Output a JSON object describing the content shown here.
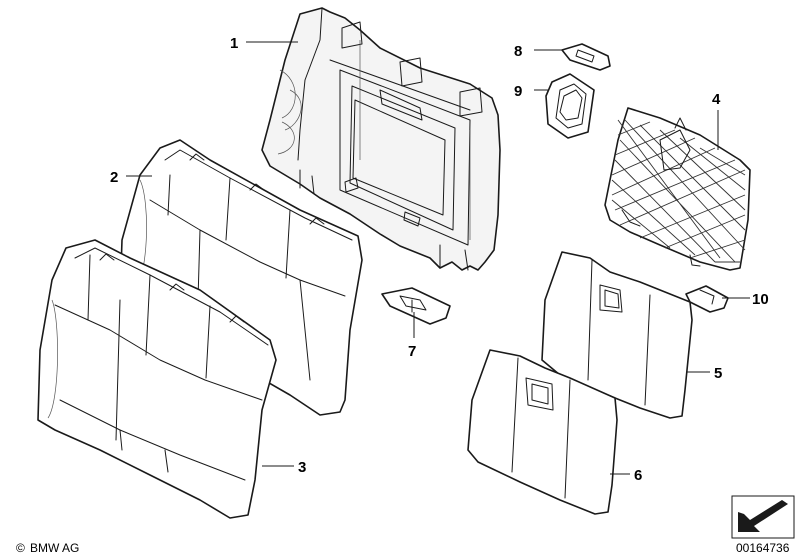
{
  "callouts": [
    {
      "id": "1",
      "label": "1"
    },
    {
      "id": "2",
      "label": "2"
    },
    {
      "id": "3",
      "label": "3"
    },
    {
      "id": "4",
      "label": "4"
    },
    {
      "id": "5",
      "label": "5"
    },
    {
      "id": "6",
      "label": "6"
    },
    {
      "id": "7",
      "label": "7"
    },
    {
      "id": "8",
      "label": "8"
    },
    {
      "id": "9",
      "label": "9"
    },
    {
      "id": "10",
      "label": "10"
    }
  ],
  "footer": {
    "copyright_symbol": "©",
    "copyright_text": "BMW AG",
    "diagram_number": "00164736"
  },
  "colors": {
    "stroke": "#1a1a1a",
    "fill": "#f4f4f4",
    "background": "#ffffff"
  },
  "icons": {
    "orientation": "direction-arrow-icon"
  }
}
